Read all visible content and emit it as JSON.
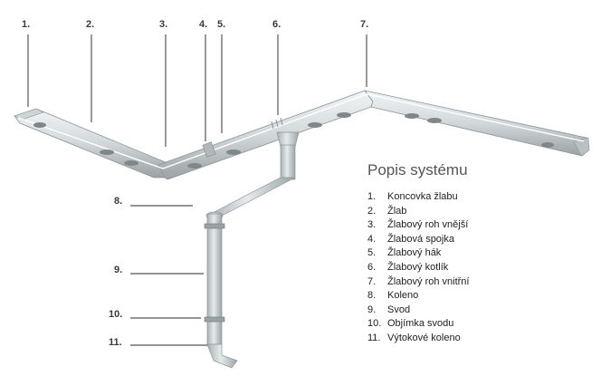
{
  "legend": {
    "title": "Popis systému",
    "items": [
      {
        "num": "1.",
        "label": "Koncovka žlabu"
      },
      {
        "num": "2.",
        "label": "Žlab"
      },
      {
        "num": "3.",
        "label": "Žlabový roh vnější"
      },
      {
        "num": "4.",
        "label": "Žlabová spojka"
      },
      {
        "num": "5.",
        "label": "Žlabový hák"
      },
      {
        "num": "6.",
        "label": "Žlabový kotlík"
      },
      {
        "num": "7.",
        "label": "Žlabový roh vnitřní"
      },
      {
        "num": "8.",
        "label": "Koleno"
      },
      {
        "num": "9.",
        "label": "Svod"
      },
      {
        "num": "10.",
        "label": "Objímka svodu"
      },
      {
        "num": "11.",
        "label": "Výtokové koleno"
      }
    ]
  },
  "callouts": {
    "c1": "1.",
    "c2": "2.",
    "c3": "3.",
    "c4": "4.",
    "c5": "5.",
    "c6": "6.",
    "c7": "7.",
    "c8": "8.",
    "c9": "9.",
    "c10": "10.",
    "c11": "11."
  },
  "colors": {
    "gutter_light": "#e4e8e9",
    "gutter_mid": "#c4cacc",
    "gutter_dark": "#8c9496",
    "leader": "#555555"
  }
}
